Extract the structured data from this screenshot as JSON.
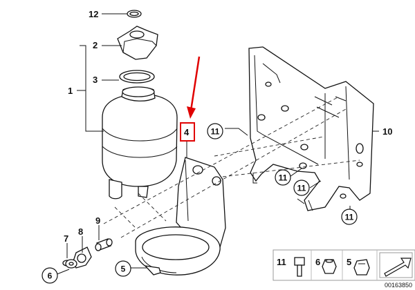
{
  "callouts": {
    "c1": "1",
    "c2": "2",
    "c3": "3",
    "c4": "4",
    "c5": "5",
    "c6": "6",
    "c7": "7",
    "c8": "8",
    "c9": "9",
    "c10": "10",
    "c11a": "11",
    "c11b": "11",
    "c11c": "11",
    "c11d": "11",
    "c12": "12"
  },
  "legend": {
    "item_a": "11",
    "item_b": "6",
    "item_c": "5"
  },
  "diagram_code": "00163850",
  "colors": {
    "highlight": "#e00000",
    "line": "#111111"
  }
}
